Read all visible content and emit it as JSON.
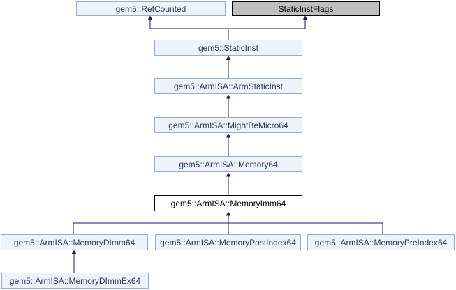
{
  "diagram": {
    "kind": "class-inheritance-graph",
    "colors": {
      "edge": "#191970",
      "documented_fill": "#eef2f9",
      "documented_border": "#9aaccf",
      "documented_text": "#2a3a5c",
      "current_fill": "#ffffff",
      "current_border": "#000000",
      "undocumented_fill": "#bfbfbf",
      "undocumented_border": "#000000",
      "background": "#ffffff"
    },
    "nodes": [
      {
        "id": "refcounted",
        "label": "gem5::RefCounted",
        "variant": "documented"
      },
      {
        "id": "staticinstflags",
        "label": "StaticInstFlags",
        "variant": "undocumented"
      },
      {
        "id": "staticinst",
        "label": "gem5::StaticInst",
        "variant": "documented"
      },
      {
        "id": "armstaticinst",
        "label": "gem5::ArmISA::ArmStaticInst",
        "variant": "documented"
      },
      {
        "id": "mightbemicro64",
        "label": "gem5::ArmISA::MightBeMicro64",
        "variant": "documented"
      },
      {
        "id": "memory64",
        "label": "gem5::ArmISA::Memory64",
        "variant": "documented"
      },
      {
        "id": "memoryimm64",
        "label": "gem5::ArmISA::MemoryImm64",
        "variant": "current"
      },
      {
        "id": "memorydimm64",
        "label": "gem5::ArmISA::MemoryDImm64",
        "variant": "documented"
      },
      {
        "id": "memorypostindex64",
        "label": "gem5::ArmISA::MemoryPostIndex64",
        "variant": "documented"
      },
      {
        "id": "memorypreindex64",
        "label": "gem5::ArmISA::MemoryPreIndex64",
        "variant": "documented"
      },
      {
        "id": "memorydimmex64",
        "label": "gem5::ArmISA::MemoryDImmEx64",
        "variant": "documented"
      }
    ],
    "edges": [
      {
        "from": "gem5::StaticInst",
        "to": "gem5::RefCounted",
        "type": "public-inheritance"
      },
      {
        "from": "gem5::StaticInst",
        "to": "StaticInstFlags",
        "type": "public-inheritance"
      },
      {
        "from": "gem5::ArmISA::ArmStaticInst",
        "to": "gem5::StaticInst",
        "type": "public-inheritance"
      },
      {
        "from": "gem5::ArmISA::MightBeMicro64",
        "to": "gem5::ArmISA::ArmStaticInst",
        "type": "public-inheritance"
      },
      {
        "from": "gem5::ArmISA::Memory64",
        "to": "gem5::ArmISA::MightBeMicro64",
        "type": "public-inheritance"
      },
      {
        "from": "gem5::ArmISA::MemoryImm64",
        "to": "gem5::ArmISA::Memory64",
        "type": "public-inheritance"
      },
      {
        "from": "gem5::ArmISA::MemoryDImm64",
        "to": "gem5::ArmISA::MemoryImm64",
        "type": "public-inheritance"
      },
      {
        "from": "gem5::ArmISA::MemoryPostIndex64",
        "to": "gem5::ArmISA::MemoryImm64",
        "type": "public-inheritance"
      },
      {
        "from": "gem5::ArmISA::MemoryPreIndex64",
        "to": "gem5::ArmISA::MemoryImm64",
        "type": "public-inheritance"
      },
      {
        "from": "gem5::ArmISA::MemoryDImmEx64",
        "to": "gem5::ArmISA::MemoryDImm64",
        "type": "public-inheritance"
      }
    ]
  }
}
